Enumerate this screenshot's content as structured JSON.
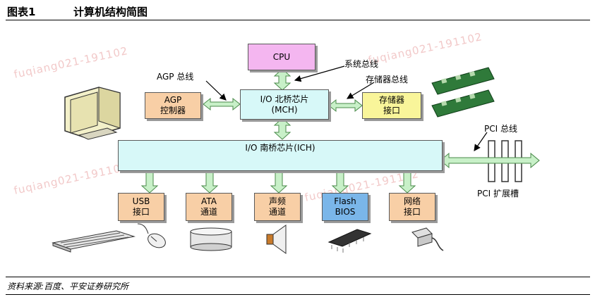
{
  "header": {
    "number": "图表1",
    "title": "计算机结构简图"
  },
  "diagram": {
    "cpu": "CPU",
    "system_bus": "系统总线",
    "agp_bus": "AGP 总线",
    "memory_bus": "存储器总线",
    "agp_controller": [
      "AGP",
      "控制器"
    ],
    "mch": [
      "I/O 北桥芯片",
      "(MCH)"
    ],
    "memory_interface": [
      "存储器",
      "接口"
    ],
    "pci_bus": "PCI 总线",
    "ich": "I/O 南桥芯片(ICH)",
    "pci_slot": "PCI 扩展槽",
    "usb": [
      "USB",
      "接口"
    ],
    "ata": [
      "ATA",
      "通道"
    ],
    "audio": [
      "声频",
      "通道"
    ],
    "flash": [
      "Flash",
      "BIOS"
    ],
    "network": [
      "网络",
      "接口"
    ]
  },
  "watermark": "fuqiang021-191102",
  "footer": {
    "source": "资料来源:百度、平安证券研究所"
  },
  "colors": {
    "cpu": "#f4b6f0",
    "agp": "#f8cfa6",
    "mch": "#d7f8f8",
    "memory": "#f9f59a",
    "flash": "#7ab6e9",
    "arrow": "#c8f0c8"
  }
}
